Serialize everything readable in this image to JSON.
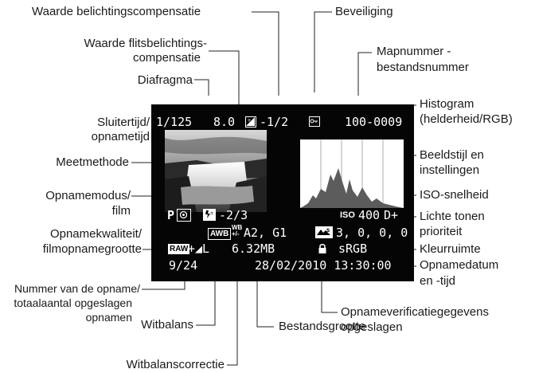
{
  "labels": {
    "waarde_belichtingscompensatie": "Waarde belichtingscompensatie",
    "beveiliging": "Beveiliging",
    "flits_line1": "Waarde flitsbelichtings-",
    "flits_line2": "compensatie",
    "mapnummer_line1": "Mapnummer -",
    "mapnummer_line2": "bestandsnummer",
    "diafragma": "Diafragma",
    "histogram_line1": "Histogram",
    "histogram_line2": "(helderheid/RGB)",
    "sluitertijd_line1": "Sluitertijd/",
    "sluitertijd_line2": "opnametijd",
    "meetmethode": "Meetmethode",
    "beeldstijl_line1": "Beeldstijl en",
    "beeldstijl_line2": "instellingen",
    "opnamemodus_line1": "Opnamemodus/",
    "opnamemodus_line2": "film",
    "iso_snelheid": "ISO-snelheid",
    "lichte_tonen_line1": "Lichte tonen",
    "lichte_tonen_line2": "prioriteit",
    "opnamekwaliteit_line1": "Opnamekwaliteit/",
    "opnamekwaliteit_line2": "filmopnamegrootte",
    "kleurruimte": "Kleurruimte",
    "opnamedatum_line1": "Opnamedatum",
    "opnamedatum_line2": "en -tijd",
    "nummer_line1": "Nummer van de opname/",
    "nummer_line2": "totaalaantal opgeslagen",
    "nummer_line3": "opnamen",
    "verificatie_line1": "Opnameverificatiegegevens",
    "verificatie_line2": "opgeslagen",
    "witbalans": "Witbalans",
    "bestandsgrootte": "Bestandsgrootte",
    "witbalanscorrectie": "Witbalanscorrectie"
  },
  "screen": {
    "shutter": "1/125",
    "aperture": "8.0",
    "exposure_comp_value": "-1/2",
    "folder_file": "100-0009",
    "mode": "P",
    "flash_comp_value": "-2/3",
    "iso_value": "400",
    "highlight_priority": "D+",
    "picture_style_values": "3, 0, 0, 0",
    "wb_correction_value": "A2, G1",
    "file_size": "6.32MB",
    "color_space": "sRGB",
    "shot_number": "9/24",
    "date_time": "28/02/2010 13:30:00",
    "awb_badge": "AWB",
    "raw_badge": "RAW",
    "quality_suffix": "+◢L",
    "iso_badge": "ISO",
    "wb_shift_badge": "WB",
    "wb_shift_sign": "+/-"
  },
  "icons": {
    "protect": "key-protect-icon",
    "exposure_comp": "exposure-comp-icon",
    "metering": "evaluative-metering-icon",
    "flash_comp": "flash-comp-icon",
    "picture_style": "picture-style-icon",
    "lock": "padlock-icon"
  }
}
